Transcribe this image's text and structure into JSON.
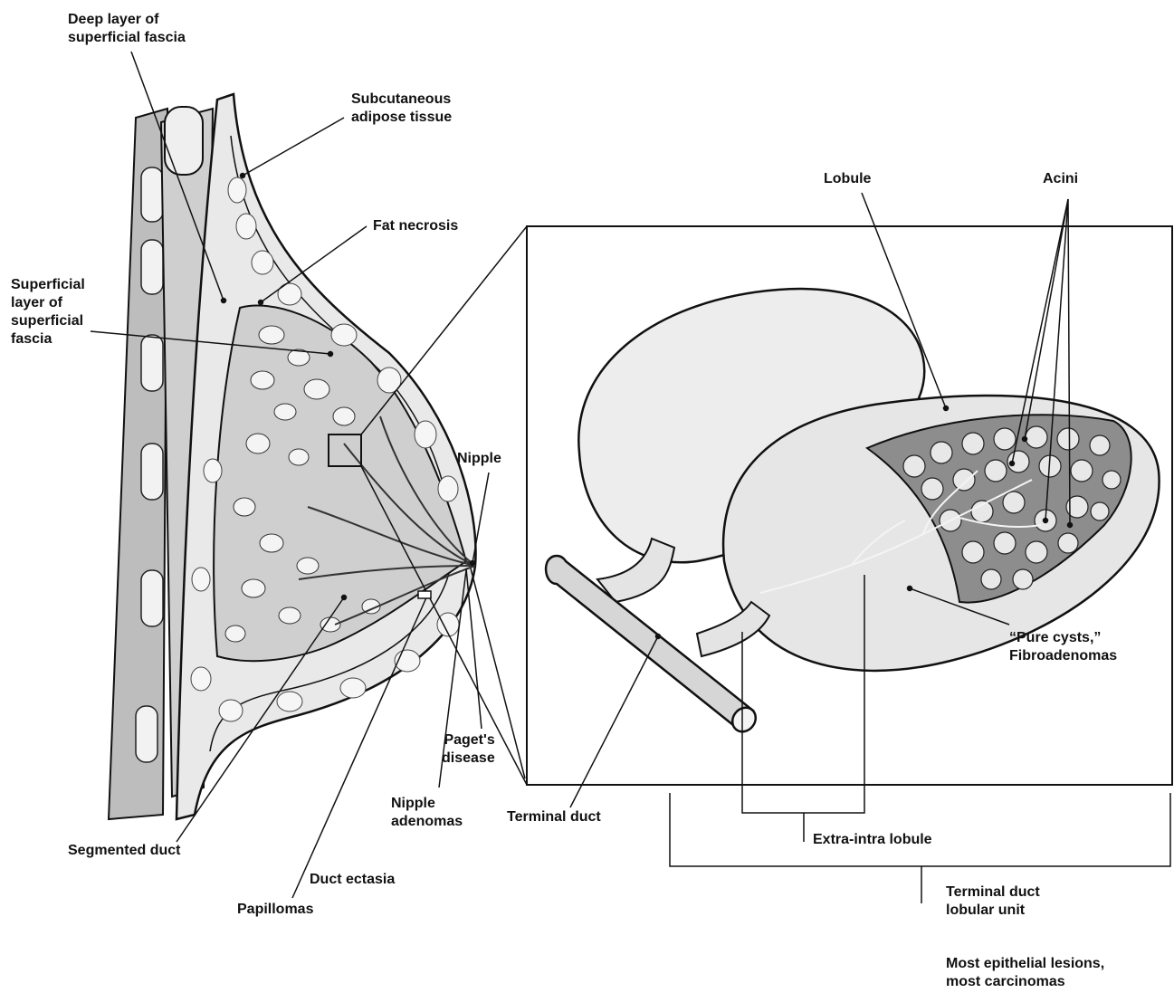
{
  "labels": {
    "deep_layer": "Deep layer of\nsuperficial fascia",
    "subcutaneous": "Subcutaneous\nadipose tissue",
    "fat_necrosis": "Fat necrosis",
    "superficial_layer": "Superficial\nlayer of\nsuperficial\nfascia",
    "nipple": "Nipple",
    "lobule": "Lobule",
    "acini": "Acini",
    "pure_cysts": "“Pure cysts,”\nFibroadenomas",
    "pagets": "Paget's\ndisease",
    "nipple_adenomas": "Nipple\nadenomas",
    "terminal_duct": "Terminal duct",
    "extra_intra": "Extra-intra lobule",
    "segmented_duct": "Segmented duct",
    "duct_ectasia": "Duct ectasia",
    "papillomas": "Papillomas",
    "tdlu": "Terminal duct\nlobular unit",
    "epithelial": "Most epithelial lesions,\nmost carcinomas"
  },
  "colors": {
    "line": "#111111",
    "tissue_fill": "#d9d9d9",
    "fat_fill": "#ececec",
    "gland_fill": "#c4c4c4",
    "lobule_fill": "#e6e6e6",
    "acini_fill": "#9a9a9a"
  }
}
